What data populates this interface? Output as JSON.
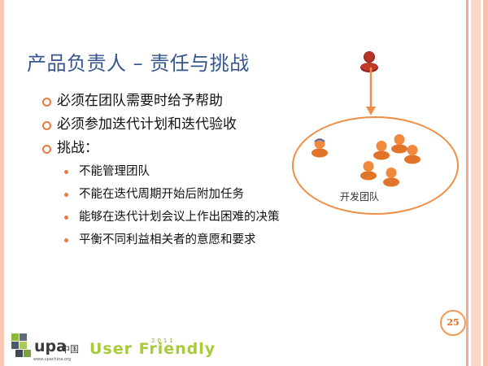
{
  "slide": {
    "title": "产品负责人 – 责任与挑战",
    "bullets": [
      {
        "text": "必须在团队需要时给予帮助"
      },
      {
        "text": "必须参加迭代计划和迭代验收"
      },
      {
        "text": "挑战：",
        "sub": [
          "不能管理团队",
          "不能在迭代周期开始后附加任务",
          "能够在迭代计划会议上作出困难的决策",
          "平衡不同利益相关者的意愿和要求"
        ]
      }
    ],
    "diagram": {
      "team_label": "开发团队"
    },
    "page_number": "25"
  },
  "footer": {
    "upa_logo_text": "upa",
    "upa_logo_cn": "中国",
    "upa_url": "www.upachina.org",
    "uf_text": "User Friendly",
    "uf_year": "2011"
  },
  "colors": {
    "title": "#36578d",
    "accent": "#ea7a3b",
    "person_owner": "#c0392b",
    "person_team": "#f0883e",
    "uf_green": "#a6cc3a"
  },
  "icons": [
    "product-owner-person-icon",
    "team-member-person-icon",
    "down-arrow-icon"
  ]
}
